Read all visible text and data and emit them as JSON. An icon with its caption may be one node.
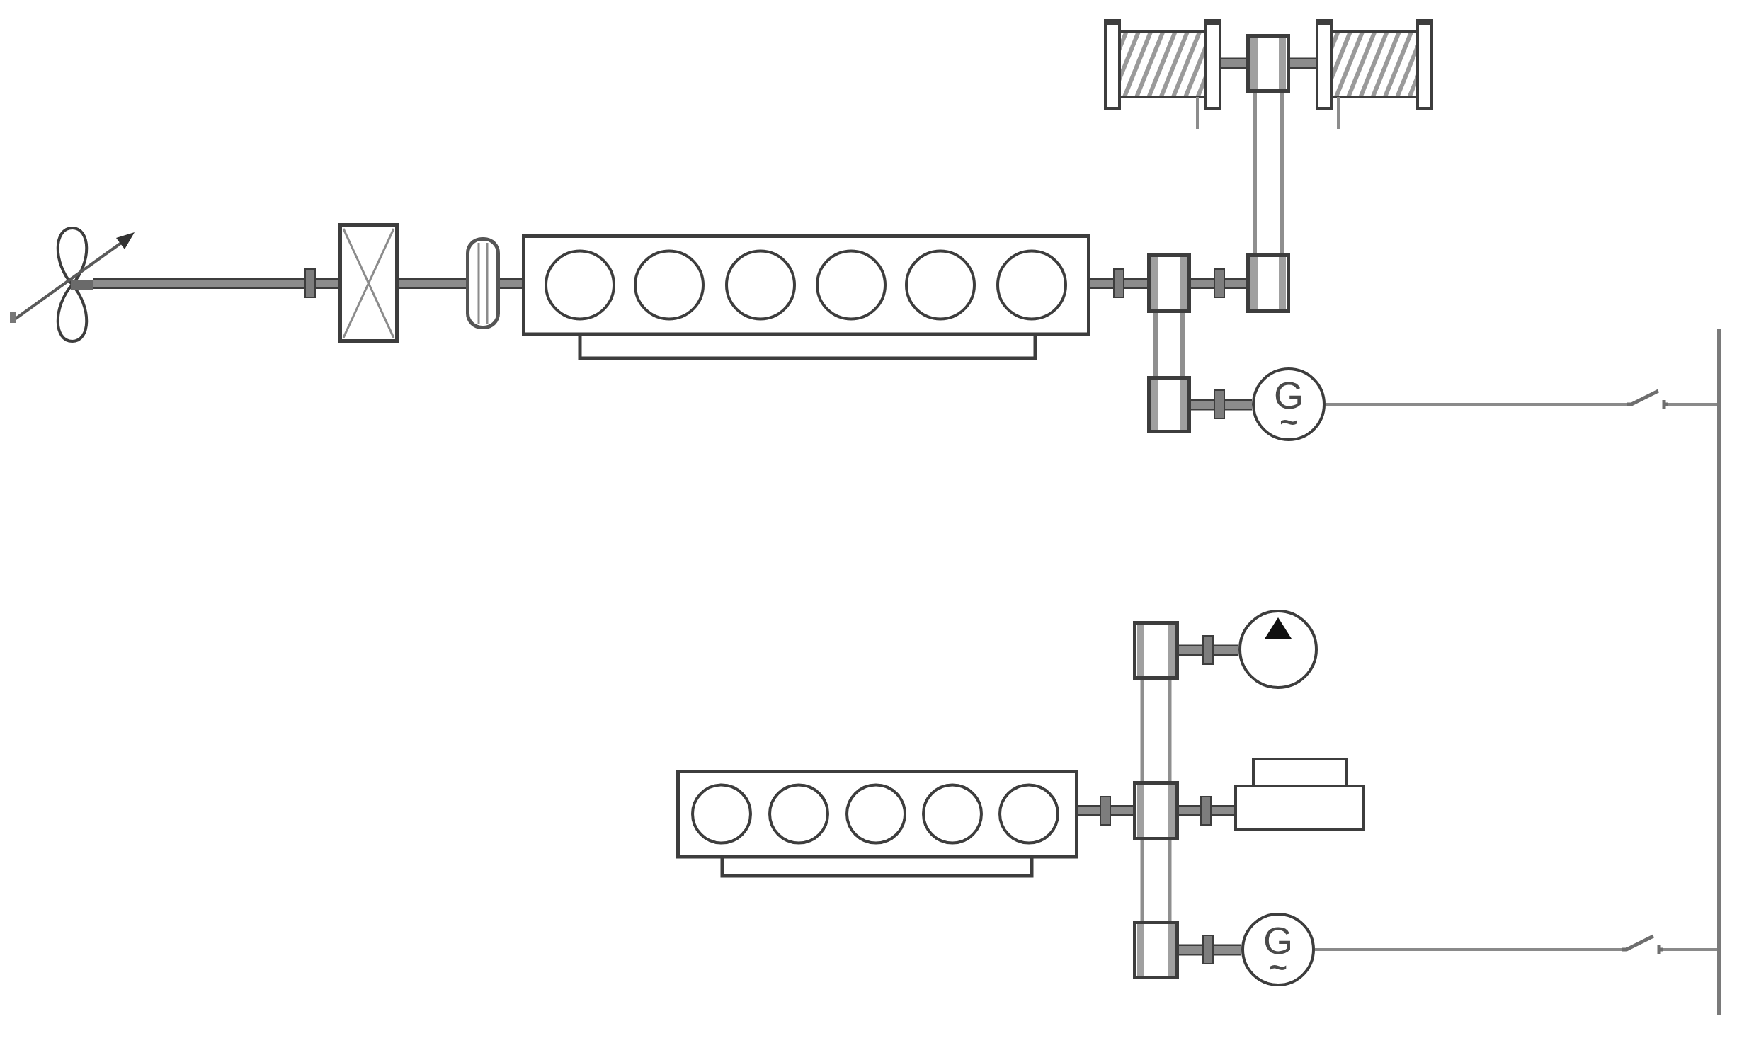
{
  "diagram": {
    "nodes": [
      {
        "text": [],
        "shape": "drum"
      },
      {
        "text": [],
        "shape": "box"
      },
      {
        "text": [],
        "shape": "drum"
      },
      {
        "text": [],
        "shape": "propeller"
      },
      {
        "text": [],
        "shape": "box"
      },
      {
        "text": [],
        "shape": "coupling"
      },
      {
        "text": [],
        "shape": "engine"
      },
      {
        "text": [],
        "shape": "box"
      },
      {
        "text": [],
        "shape": "box"
      },
      {
        "text": [],
        "shape": "box"
      },
      {
        "text": [
          "G",
          "~"
        ]
      },
      {
        "text": [],
        "shape": "switch"
      },
      {
        "text": [],
        "shape": "bar"
      },
      {
        "text": [],
        "shape": "box"
      },
      {
        "text": [],
        "shape": "pump"
      },
      {
        "text": [],
        "shape": "engine"
      },
      {
        "text": [],
        "shape": "box"
      },
      {
        "text": [],
        "shape": "box"
      },
      {
        "text": [],
        "shape": "box"
      },
      {
        "text": [
          "G",
          "~"
        ]
      },
      {
        "text": [],
        "shape": "switch"
      }
    ],
    "edges": [
      {
        "from": 3,
        "to": 4,
        "arrow": "none",
        "style": "thick"
      },
      {
        "from": 4,
        "to": 5,
        "arrow": "none",
        "style": "thick"
      },
      {
        "from": 5,
        "to": 6,
        "arrow": "none",
        "style": "thick"
      },
      {
        "from": 6,
        "to": 7,
        "arrow": "none",
        "style": "thick"
      },
      {
        "from": 7,
        "to": 8,
        "arrow": "none",
        "style": "thick"
      },
      {
        "from": 8,
        "to": 1,
        "arrow": "none",
        "style": "thick"
      },
      {
        "from": 1,
        "to": 0,
        "arrow": "none",
        "style": "thick"
      },
      {
        "from": 1,
        "to": 2,
        "arrow": "none",
        "style": "thick"
      },
      {
        "from": 7,
        "to": 9,
        "arrow": "none",
        "style": "thick"
      },
      {
        "from": 9,
        "to": 10,
        "arrow": "none",
        "style": "thick"
      },
      {
        "from": 10,
        "to": 11,
        "arrow": "none"
      },
      {
        "from": 11,
        "to": 12,
        "arrow": "none"
      },
      {
        "from": 15,
        "to": 16,
        "arrow": "none",
        "style": "thick"
      },
      {
        "from": 16,
        "to": 13,
        "arrow": "none",
        "style": "thick"
      },
      {
        "from": 16,
        "to": 17,
        "arrow": "none",
        "style": "thick"
      },
      {
        "from": 16,
        "to": 18,
        "arrow": "none",
        "style": "thick"
      },
      {
        "from": 13,
        "to": 14,
        "arrow": "none",
        "style": "thick"
      },
      {
        "from": 18,
        "to": 19,
        "arrow": "none",
        "style": "thick"
      },
      {
        "from": 19,
        "to": 20,
        "arrow": "none"
      },
      {
        "from": 20,
        "to": 12,
        "arrow": "none"
      }
    ]
  }
}
